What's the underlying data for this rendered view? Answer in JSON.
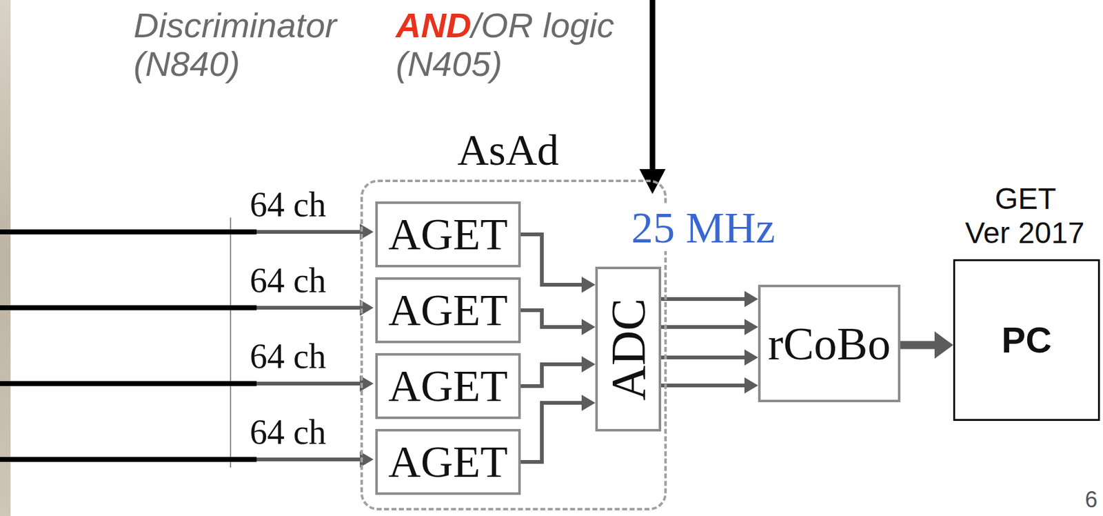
{
  "diagram": {
    "nodes": [
      {
        "text": [
          "AsAd"
        ]
      },
      {
        "text": [
          "AGET"
        ],
        "in": 0
      },
      {
        "text": [
          "AGET"
        ],
        "in": 0
      },
      {
        "text": [
          "AGET"
        ],
        "in": 0
      },
      {
        "text": [
          "AGET"
        ],
        "in": 0
      },
      {
        "text": [
          "ADC"
        ],
        "in": 0
      },
      {
        "text": [
          "rCoBo"
        ]
      },
      {
        "text": [
          "GET Ver 2017",
          "PC"
        ]
      }
    ],
    "edges": [
      {
        "from": 1,
        "to": 5,
        "arrow": "to"
      },
      {
        "from": 2,
        "to": 5,
        "arrow": "to"
      },
      {
        "from": 3,
        "to": 5,
        "arrow": "to"
      },
      {
        "from": 4,
        "to": 5,
        "arrow": "to"
      },
      {
        "from": 5,
        "to": 6,
        "arrow": "to"
      },
      {
        "from": 5,
        "to": 6,
        "arrow": "to"
      },
      {
        "from": 5,
        "to": 6,
        "arrow": "to"
      },
      {
        "from": 5,
        "to": 6,
        "arrow": "to"
      },
      {
        "from": 6,
        "to": 7,
        "arrow": "to"
      }
    ],
    "labels": [
      "Discriminator (N840)",
      "AND",
      "/OR logic (N405)",
      "64 ch",
      "64 ch",
      "64 ch",
      "64 ch",
      "25 MHz",
      "6"
    ]
  }
}
